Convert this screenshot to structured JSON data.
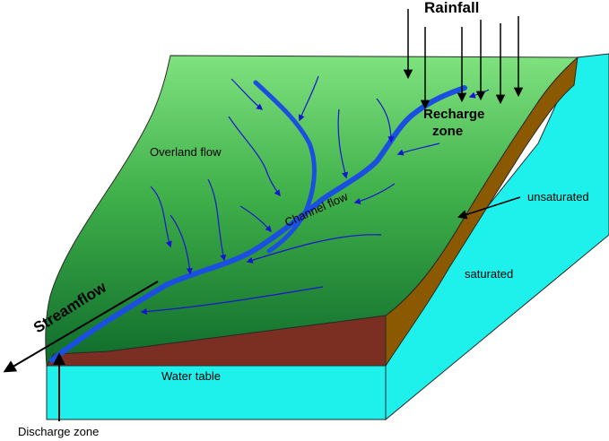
{
  "labels": {
    "rainfall": "Rainfall",
    "recharge_zone_line1": "Recharge",
    "recharge_zone_line2": "zone",
    "overland_flow": "Overland flow",
    "channel_flow": "Channel flow",
    "unsaturated": "unsaturated",
    "saturated": "saturated",
    "streamflow": "Streamflow",
    "water_table": "Water table",
    "discharge_zone": "Discharge zone"
  },
  "colors": {
    "surface_top": "#7fe27f",
    "surface_bottom": "#0f6b2b",
    "groundwater": "#1ef0ec",
    "soil_brown": "#8b5a00",
    "subsurface_maroon": "#7a2f22",
    "stream_blue": "#1a4fe0",
    "flow_arrow_blue": "#1616d0"
  }
}
